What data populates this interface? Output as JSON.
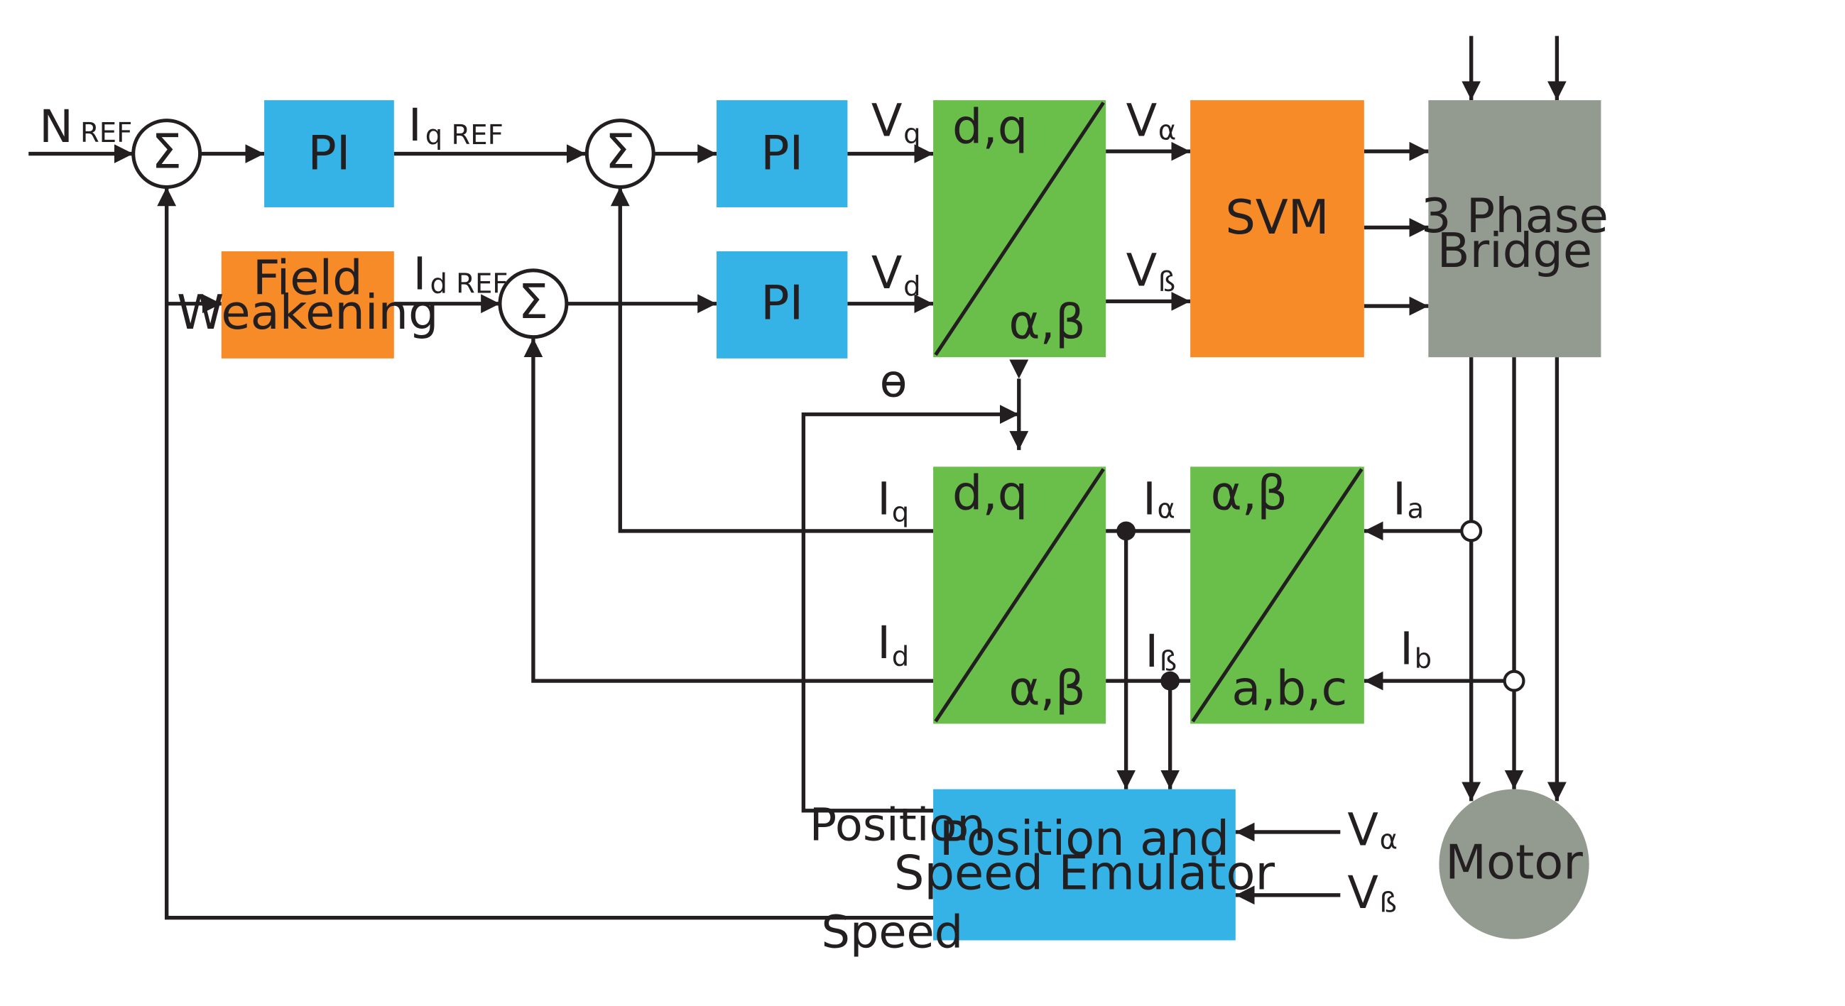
{
  "colors": {
    "pi_blue": "#35b3e6",
    "orange": "#f68b28",
    "green": "#6abf4b",
    "gray": "#939a90",
    "line": "#231f20"
  },
  "blocks": {
    "pi_speed": "PI",
    "pi_q": "PI",
    "pi_d": "PI",
    "field_weakening_1": "Field",
    "field_weakening_2": "Weakening",
    "svm": "SVM",
    "bridge_1": "3 Phase",
    "bridge_2": "Bridge",
    "motor": "Motor",
    "emulator_1": "Position and",
    "emulator_2": "Speed Emulator",
    "inv_park_top": "d,q",
    "inv_park_bottom": "α,β",
    "park_top": "d,q",
    "park_bottom": "α,β",
    "clarke_top": "α,β",
    "clarke_bottom": "a,b,c"
  },
  "summing": {
    "symbol": "Σ"
  },
  "signals": {
    "n_ref": {
      "main": "N",
      "sub": "REF"
    },
    "iq_ref": {
      "main": "I",
      "sub": "q REF"
    },
    "id_ref": {
      "main": "I",
      "sub": "d REF"
    },
    "vq": {
      "main": "V",
      "sub": "q"
    },
    "vd": {
      "main": "V",
      "sub": "d"
    },
    "v_alpha_out": {
      "main": "V",
      "sub": "α"
    },
    "v_beta_out": {
      "main": "V",
      "sub": "ß"
    },
    "theta": "ɵ",
    "iq": {
      "main": "I",
      "sub": "q"
    },
    "id": {
      "main": "I",
      "sub": "d"
    },
    "i_alpha": {
      "main": "I",
      "sub": "α"
    },
    "i_beta": {
      "main": "I",
      "sub": "ß"
    },
    "ia": {
      "main": "I",
      "sub": "a"
    },
    "ib": {
      "main": "I",
      "sub": "b"
    },
    "v_alpha_in": {
      "main": "V",
      "sub": "α"
    },
    "v_beta_in": {
      "main": "V",
      "sub": "ß"
    },
    "position": "Position",
    "speed": "Speed"
  }
}
